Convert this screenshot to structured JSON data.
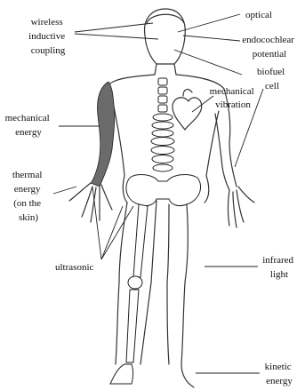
{
  "labels": {
    "wireless_inductive_coupling": [
      "wireless",
      "inductive",
      "coupling"
    ],
    "optical": [
      "optical"
    ],
    "endocochlear_potential": [
      "endocochlear",
      "potential"
    ],
    "biofuel_cell": [
      "biofuel",
      "cell"
    ],
    "mechanical_vibration": [
      "mechanical",
      "vibration"
    ],
    "mechanical_energy": [
      "mechanical",
      "energy"
    ],
    "thermal_energy": [
      "thermal",
      "energy",
      "(on the",
      "skin)"
    ],
    "ultrasonic": [
      "ultrasonic"
    ],
    "infrared_light": [
      "infrared",
      "light"
    ],
    "kinetic_energy": [
      "kinetic",
      "energy"
    ]
  },
  "colors": {
    "line": "#222222",
    "outline": "#333333",
    "shading": "#6b6b6b",
    "background": "#ffffff"
  }
}
